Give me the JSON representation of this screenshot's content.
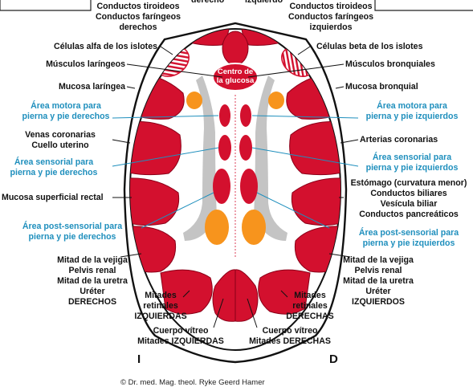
{
  "colors": {
    "organ_red": "#d3102e",
    "organ_stroke": "#8a0018",
    "gray_ventricle": "#c4c4c4",
    "orange": "#f7941d",
    "blue_text": "#1f8fbd",
    "leader_black": "#111111",
    "leader_blue": "#1f8fbd"
  },
  "top": {
    "center_left_fragment": "derecho",
    "center_right_fragment": "izquierdo"
  },
  "center_oval": {
    "line1": "Centro de",
    "line2": "la glucosa"
  },
  "labels_left": {
    "thyroid_ducts": [
      "Conductos tiroideos",
      "Conductos faríngeos",
      "derechos"
    ],
    "alpha_cells": "Células alfa de los islotes",
    "laryngeal_muscles": "Músculos laríngeos",
    "laryngeal_mucosa": "Mucosa laríngea",
    "motor_area": [
      "Área motora para",
      "pierna y pie derechos"
    ],
    "coronary_veins": [
      "Venas coronarias",
      "Cuello uterino"
    ],
    "sensory_area": [
      "Área sensorial para",
      "pierna y pie derechos"
    ],
    "rectal_mucosa": "Mucosa superficial rectal",
    "post_sensory_area": [
      "Área post-sensorial para",
      "pierna y pie derechos"
    ],
    "bladder": [
      "Mitad de la vejiga",
      "Pelvis renal",
      "Mitad de la uretra",
      "Uréter",
      "DERECHOS"
    ],
    "retinal": [
      "Mitades",
      "retinales",
      "IZQUIERDAS"
    ],
    "vitreous": [
      "Cuerpo vítreo",
      "Mitades IZQUIERDAS"
    ],
    "side_letter": "I"
  },
  "labels_right": {
    "thyroid_ducts": [
      "Conductos tiroideos",
      "Conductos faríngeos",
      "izquierdos"
    ],
    "beta_cells": "Células beta de los islotes",
    "bronchial_muscles": "Músculos bronquiales",
    "bronchial_mucosa": "Mucosa bronquial",
    "motor_area": [
      "Área motora para",
      "pierna y pie izquierdos"
    ],
    "coronary_arteries": "Arterias coronarias",
    "sensory_area": [
      "Área sensorial para",
      "pierna y pie izquierdos"
    ],
    "stomach": [
      "Estómago (curvatura menor)",
      "Conductos biliares",
      "Vesícula biliar",
      "Conductos pancreáticos"
    ],
    "post_sensory_area": [
      "Área post-sensorial para",
      "pierna y pie izquierdos"
    ],
    "bladder": [
      "Mitad de la vejiga",
      "Pelvis renal",
      "Mitad de la uretra",
      "Uréter",
      "IZQUIERDOS"
    ],
    "retinal": [
      "Mitades",
      "retinales",
      "DERECHAS"
    ],
    "vitreous": [
      "Cuerpo vítreo",
      "Mitades DERECHAS"
    ],
    "side_letter": "D"
  },
  "copyright": "© Dr. med. Mag. theol. Ryke Geerd Hamer"
}
